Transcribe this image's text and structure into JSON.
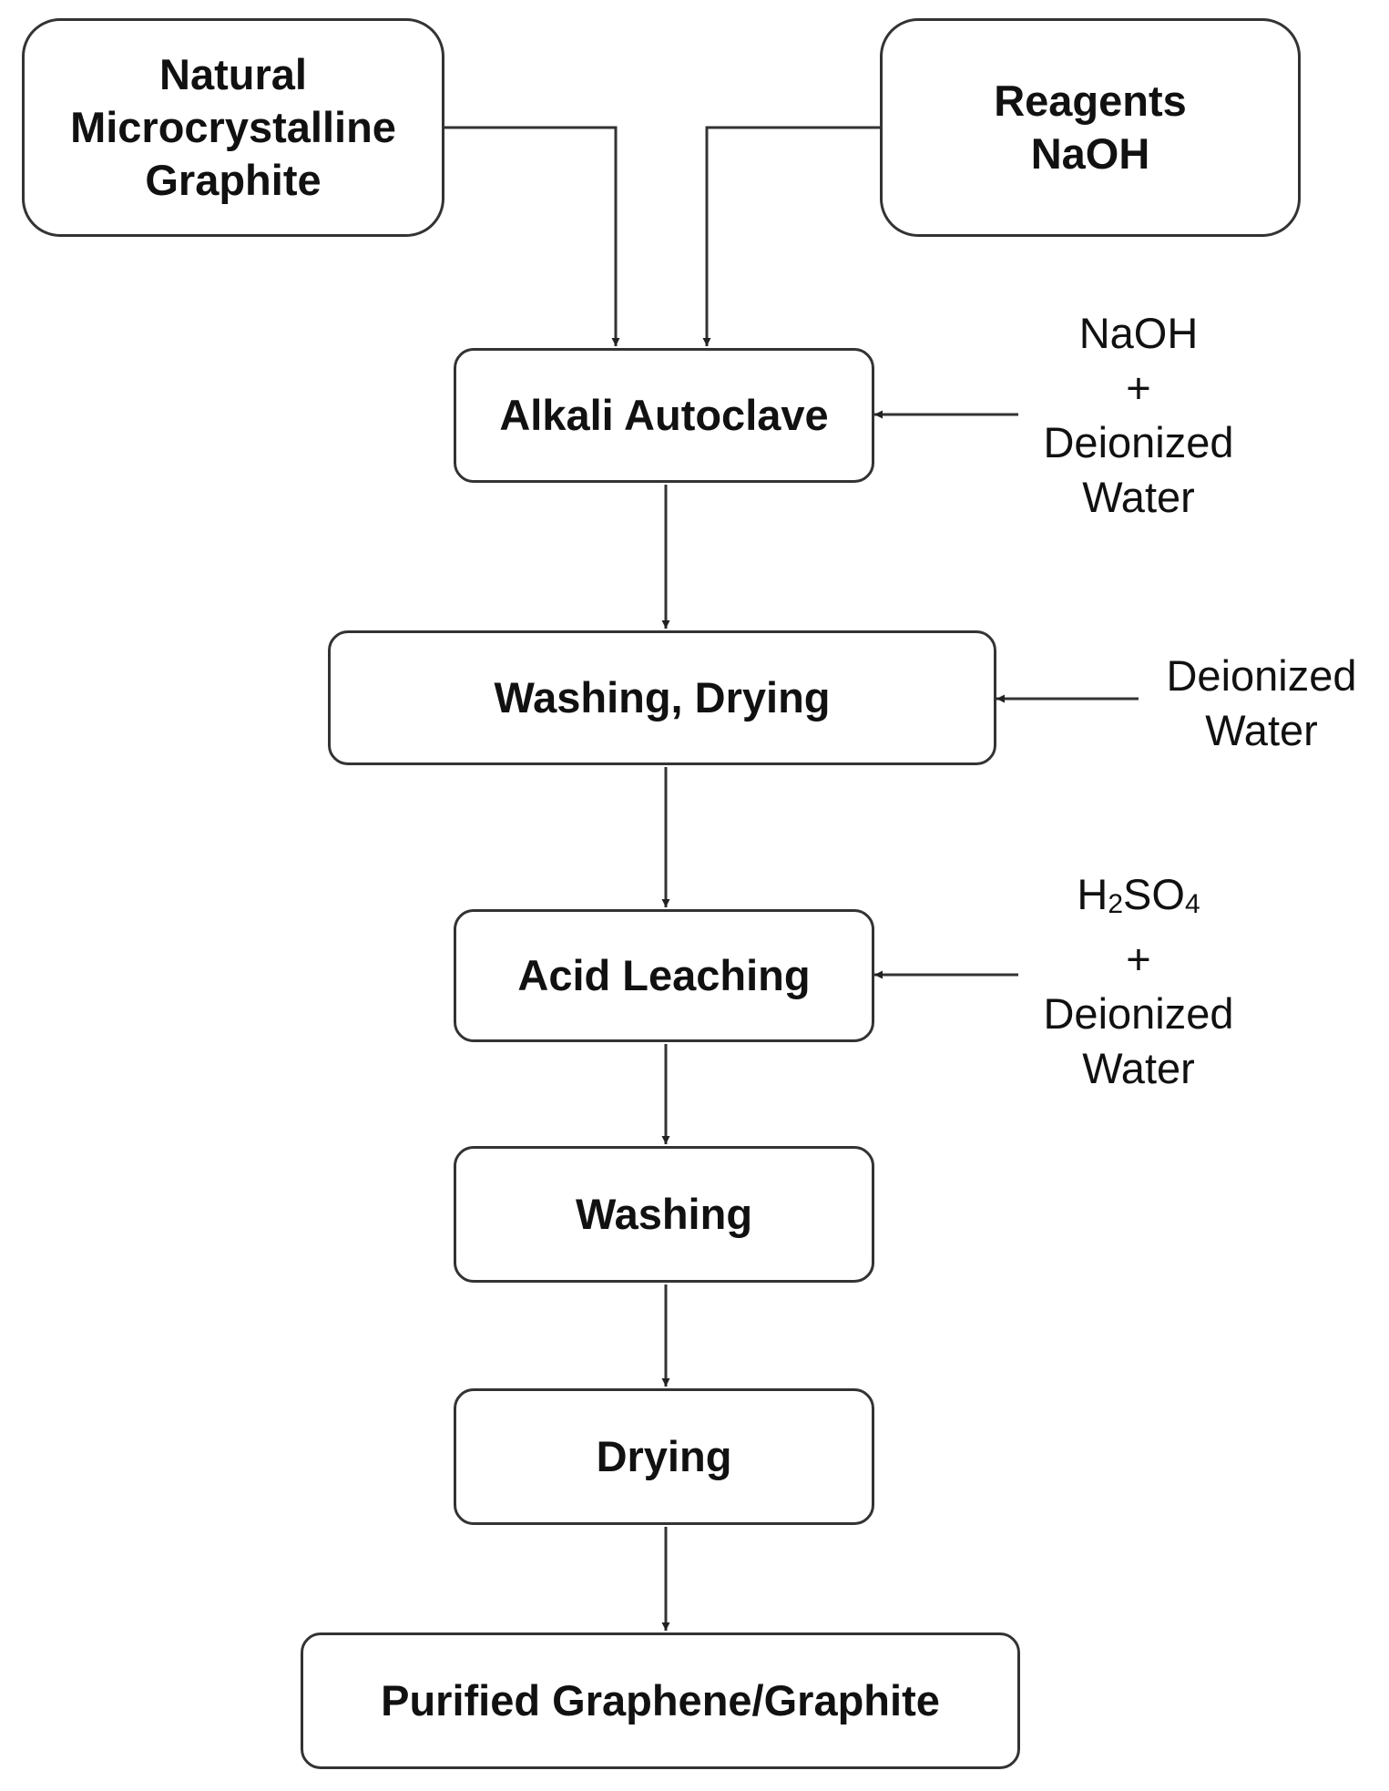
{
  "inputs": {
    "graphite": [
      "Natural",
      "Microcrystalline",
      "Graphite"
    ],
    "reagents": [
      "Reagents",
      "NaOH"
    ]
  },
  "steps": {
    "alkali_autoclave": "Alkali Autoclave",
    "washing_drying": "Washing, Drying",
    "acid_leaching": "Acid Leaching",
    "washing": "Washing",
    "drying": "Drying",
    "product": "Purified Graphene/Graphite"
  },
  "side_inputs": {
    "autoclave": [
      "NaOH",
      "+",
      "Deionized",
      "Water"
    ],
    "washing_drying": [
      "Deionized",
      "Water"
    ],
    "acid_leaching": {
      "formula": {
        "h": "H",
        "h_sub": "2",
        "so": "SO",
        "so_sub": "4"
      },
      "lines": [
        "+",
        "Deionized",
        "Water"
      ]
    }
  }
}
